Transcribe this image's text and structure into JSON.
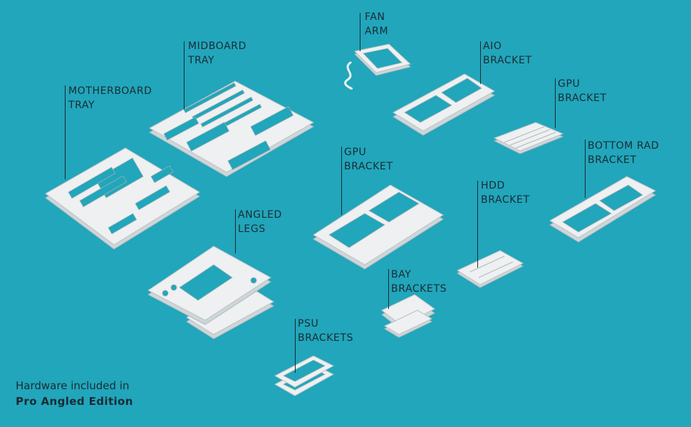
{
  "background_color": "#21a6bb",
  "text_color": "#1b2b33",
  "part_color": "#eef0f1",
  "parts": {
    "fan_arm": {
      "line1": "FAN",
      "line2": "ARM"
    },
    "midboard_tray": {
      "line1": "MIDBOARD",
      "line2": "TRAY"
    },
    "aio_bracket": {
      "line1": "AIO",
      "line2": "BRACKET"
    },
    "motherboard_tray": {
      "line1": "MOTHERBOARD",
      "line2": "TRAY"
    },
    "gpu_bracket_right": {
      "line1": "GPU",
      "line2": "BRACKET"
    },
    "bottom_rad_bracket": {
      "line1": "BOTTOM RAD",
      "line2": "BRACKET"
    },
    "gpu_bracket_center": {
      "line1": "GPU",
      "line2": "BRACKET"
    },
    "hdd_bracket": {
      "line1": "HDD",
      "line2": "BRACKET"
    },
    "angled_legs": {
      "line1": "ANGLED",
      "line2": "LEGS"
    },
    "bay_brackets": {
      "line1": "BAY",
      "line2": "BRACKETS"
    },
    "psu_brackets": {
      "line1": "PSU",
      "line2": "BRACKETS"
    }
  },
  "footer": {
    "line1": "Hardware included in",
    "line2": "Pro Angled Edition"
  }
}
